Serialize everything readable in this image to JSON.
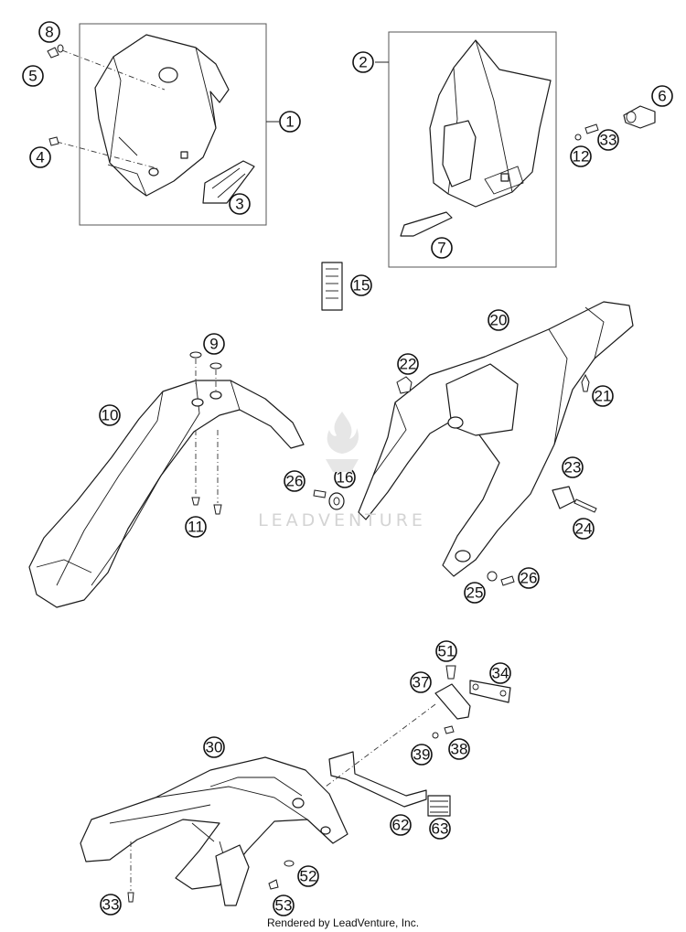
{
  "diagram": {
    "callouts": [
      "1",
      "2",
      "3",
      "4",
      "5",
      "6",
      "7",
      "8",
      "9",
      "10",
      "11",
      "12",
      "15",
      "16",
      "20",
      "21",
      "22",
      "23",
      "24",
      "25",
      "26",
      "26",
      "30",
      "33",
      "33",
      "34",
      "37",
      "38",
      "39",
      "51",
      "52",
      "53",
      "62",
      "63"
    ]
  },
  "watermark": {
    "text": "LEADVENTURE"
  },
  "footer": {
    "text": "Rendered by LeadVenture, Inc."
  }
}
